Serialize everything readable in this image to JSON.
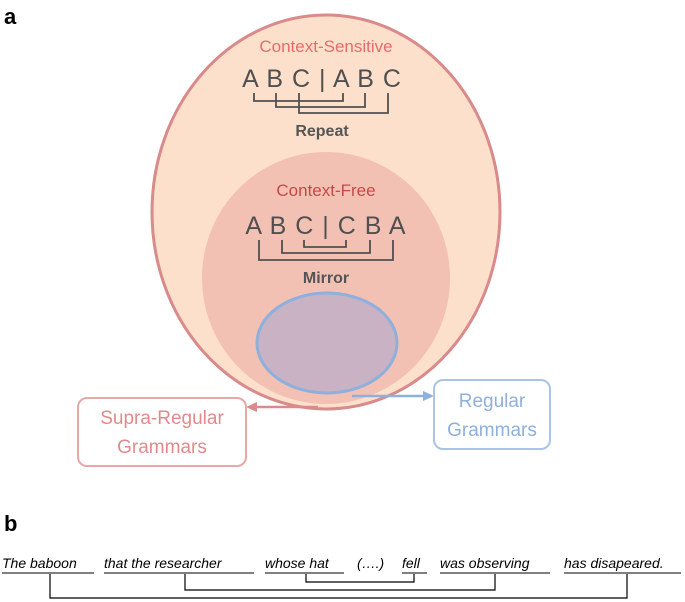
{
  "panel_a": {
    "label": "a",
    "context_sensitive": {
      "title": "Context-Sensitive",
      "letters": "A B C | A B C",
      "rule": "Repeat",
      "fill": "#fde0cc",
      "stroke": "#d98a8a",
      "title_color": "#e86a6a"
    },
    "context_free": {
      "title": "Context-Free",
      "letters": "A B C | C B A",
      "rule": "Mirror",
      "fill": "#f2c1b4",
      "title_color": "#c84848"
    },
    "regular_region": {
      "fill": "#c9b2c4",
      "stroke": "#8eb0dc"
    },
    "supra_regular_box": {
      "line1": "Supra-Regular",
      "line2": "Grammars",
      "color": "#e28a8a"
    },
    "regular_box": {
      "line1": "Regular",
      "line2": "Grammars",
      "color": "#8eb0dc"
    }
  },
  "panel_b": {
    "label": "b",
    "words": [
      "The baboon",
      "that the researcher",
      "whose hat",
      "(….)",
      "fell",
      "was observing",
      "has disapeared."
    ]
  }
}
